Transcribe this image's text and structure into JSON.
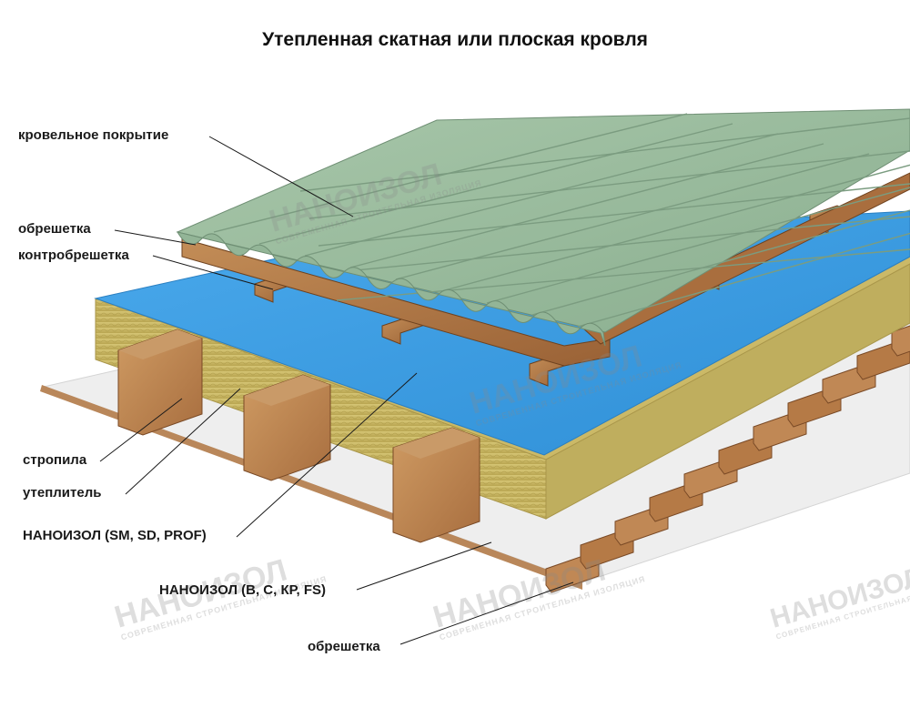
{
  "title": "Утепленная скатная или плоская кровля",
  "labels": {
    "roof_covering": "кровельное покрытие",
    "batten_top": "обрешетка",
    "counter_batten": "контробрешетка",
    "rafters": "стропила",
    "insulation": "утеплитель",
    "membrane_top": "НАНОИЗОЛ (SM, SD, PROF)",
    "membrane_bottom": "НАНОИЗОЛ (B, C, КР, FS)",
    "batten_bottom": "обрешетка"
  },
  "watermark": {
    "brand": "НАНОИЗОЛ",
    "tagline": "СОВРЕМЕННАЯ СТРОИТЕЛЬНАЯ ИЗОЛЯЦИЯ"
  },
  "colors": {
    "roof_green": "#9fbfa2",
    "membrane_blue": "#3f9fe0",
    "insulation_yellow": "#cdbb6a",
    "wood": "#b07a4a",
    "vapour_barrier": "#eeeeee"
  }
}
